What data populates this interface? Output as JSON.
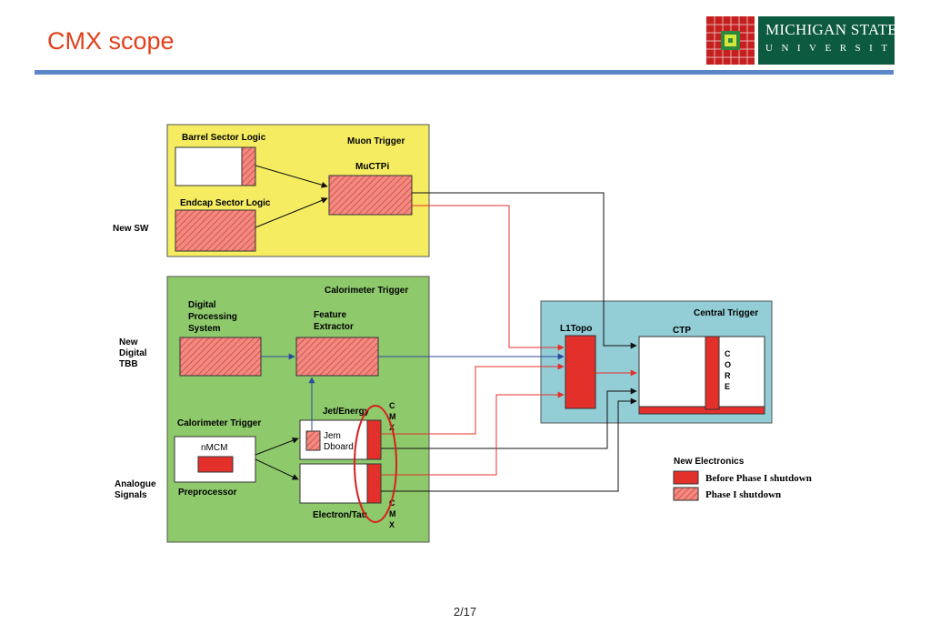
{
  "slide": {
    "title": "CMX scope",
    "page": "2/17"
  },
  "logo": {
    "line1": "MICHIGAN STATE",
    "line2": "UNIVERSITY"
  },
  "diagram": {
    "muon_trigger": {
      "title": "Muon Trigger",
      "barrel": "Barrel Sector Logic",
      "endcap": "Endcap Sector Logic",
      "muctpi": "MuCTPi"
    },
    "calo_trigger": {
      "title": "Calorimeter Trigger",
      "dps": [
        "Digital",
        "Processing",
        "System"
      ],
      "feature": [
        "Feature",
        "Extractor"
      ],
      "jet_energy": "Jet/Energy",
      "jem": [
        "Jem",
        "Dboard"
      ],
      "calo_sub": "Calorimeter Trigger",
      "nmcm": "nMCM",
      "preprocessor": "Preprocessor",
      "electron_tau": "Electron/Tau",
      "cmx_upper": [
        "C",
        "M",
        "X"
      ],
      "cmx_lower": [
        "C",
        "M",
        "X"
      ]
    },
    "central_trigger": {
      "title": "Central Trigger",
      "l1topo": "L1Topo",
      "ctp": "CTP",
      "core": [
        "C",
        "O",
        "R",
        "E"
      ]
    },
    "side_labels": {
      "new_sw": "New SW",
      "new_digital_tbb": [
        "New",
        "Digital",
        "TBB"
      ],
      "analogue_signals": [
        "Analogue",
        "Signals"
      ]
    },
    "legend": {
      "title": "New Electronics",
      "before": "Before Phase I shutdown",
      "phase": "Phase I shutdown"
    },
    "colors": {
      "muon_bg": "#f5ec62",
      "calo_bg": "#8ec96c",
      "central_bg": "#93cdd6",
      "red": "#e4302b",
      "hatch_bg": "#f08a82",
      "title_red": "#e2401c",
      "rule_blue": "#5b86c8",
      "msu_green": "#0c5a3f"
    }
  }
}
